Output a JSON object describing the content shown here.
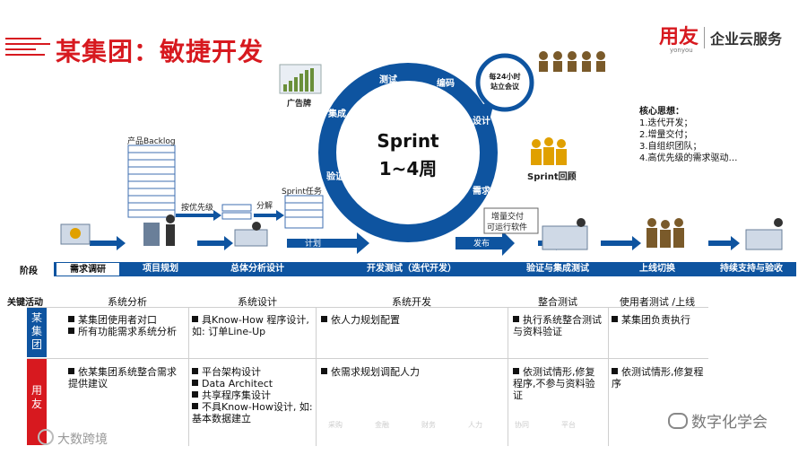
{
  "title": "某集团：敏捷开发",
  "brand": {
    "logo": "用友",
    "logo_sub": "yonyou",
    "tagline": "企业云服务"
  },
  "diagram": {
    "billboard": "广告牌",
    "product_backlog": "产品Backlog",
    "by_priority": "按优先级",
    "decompose": "分解",
    "sprint_task": "Sprint任务",
    "plan": "计划",
    "release": "发布",
    "incremental_delivery": "增量交付",
    "runnable_software": "可运行软件",
    "daily_meeting": "每24小时站立会议",
    "sprint_review": "Sprint回顾",
    "sprint_center_line1": "Sprint",
    "sprint_center_line2": "1~4周",
    "cycle_steps": [
      "测试",
      "编码",
      "设计",
      "需求",
      "验证",
      "集成"
    ]
  },
  "core_ideas": {
    "heading": "核心思想：",
    "items": [
      "1.迭代开发；",
      "2.增量交付；",
      "3.自组织团队；",
      "4.高优先级的需求驱动…"
    ]
  },
  "phase_label": "阶段",
  "phases": [
    "需求调研",
    "项目规划",
    "总体分析设计",
    "开发测试（迭代开发）",
    "验证与集成测试",
    "上线切换",
    "持续支持与验收"
  ],
  "activities_label": "关键活动",
  "activity_headers": [
    "系统分析",
    "系统设计",
    "系统开发",
    "整合测试",
    "使用者测试 /上线"
  ],
  "row_labels": {
    "group": "某集团",
    "yonyou": "用友"
  },
  "group_row": [
    [
      "某集团使用者对口",
      "所有功能需求系统分析"
    ],
    [
      "具Know-How 程序设计, 如: 订单Line-Up"
    ],
    [
      "依人力规划配置"
    ],
    [
      "执行系统整合测试与资料验证"
    ],
    [
      "某集团负责执行"
    ]
  ],
  "yonyou_row": [
    [
      "依某集团系统整合需求提供建议"
    ],
    [
      "平台架构设计",
      "Data Architect",
      "共享程序集设计",
      "不具Know-How设计, 如: 基本数据建立"
    ],
    [
      "依需求规划调配人力"
    ],
    [
      "依测试情形,修复程序,不参与资料验证"
    ],
    [
      "依测试情形,修复程序"
    ]
  ],
  "footer_faint": [
    "采购",
    "金融",
    "财务",
    "人力",
    "协同",
    "平台"
  ],
  "watermark": "数字化学会",
  "watermark2": "大数跨境",
  "colors": {
    "red": "#d7191f",
    "blue": "#0e54a0"
  }
}
